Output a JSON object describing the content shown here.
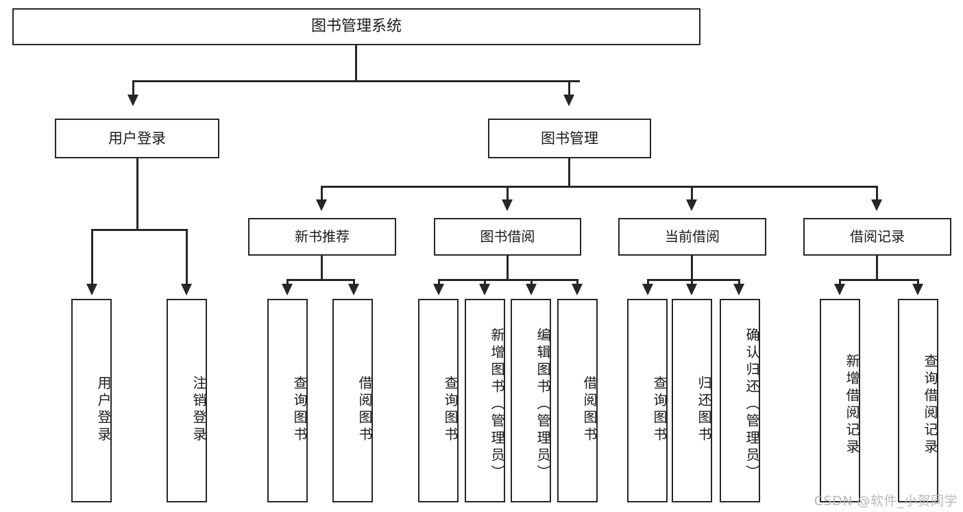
{
  "diagram": {
    "title": "图书管理系统",
    "type": "hierarchy-tree",
    "root": {
      "id": "root",
      "label": "图书管理系统"
    },
    "level1": [
      {
        "id": "user-login",
        "label": "用户登录"
      },
      {
        "id": "book-manage",
        "label": "图书管理"
      }
    ],
    "level2": [
      {
        "id": "new-book-recommend",
        "label": "新书推荐",
        "parent": "book-manage"
      },
      {
        "id": "book-borrow",
        "label": "图书借阅",
        "parent": "book-manage"
      },
      {
        "id": "current-borrow",
        "label": "当前借阅",
        "parent": "book-manage"
      },
      {
        "id": "borrow-record",
        "label": "借阅记录",
        "parent": "book-manage"
      }
    ],
    "leaves": [
      {
        "id": "leaf-user-login",
        "label": "用户登录",
        "parent": "user-login"
      },
      {
        "id": "leaf-logout",
        "label": "注销登录",
        "parent": "user-login"
      },
      {
        "id": "leaf-query-book-1",
        "label": "查询图书",
        "parent": "new-book-recommend"
      },
      {
        "id": "leaf-borrow-book-1",
        "label": "借阅图书",
        "parent": "new-book-recommend"
      },
      {
        "id": "leaf-query-book-2",
        "label": "查询图书",
        "parent": "book-borrow"
      },
      {
        "id": "leaf-add-book",
        "label": "新增图书（管理员）",
        "parent": "book-borrow"
      },
      {
        "id": "leaf-edit-book",
        "label": "编辑图书（管理员）",
        "parent": "book-borrow"
      },
      {
        "id": "leaf-borrow-book-2",
        "label": "借阅图书",
        "parent": "book-borrow"
      },
      {
        "id": "leaf-query-book-3",
        "label": "查询图书",
        "parent": "current-borrow"
      },
      {
        "id": "leaf-return-book",
        "label": "归还图书",
        "parent": "current-borrow"
      },
      {
        "id": "leaf-confirm-return",
        "label": "确认归还（管理员）",
        "parent": "current-borrow"
      },
      {
        "id": "leaf-add-record",
        "label": "新增借阅记录",
        "parent": "borrow-record"
      },
      {
        "id": "leaf-query-record",
        "label": "查询借阅记录",
        "parent": "borrow-record"
      }
    ]
  },
  "watermark": {
    "text": "CSDN @软件_小贺同学"
  },
  "colors": {
    "line": "#262626",
    "box_fill": "#ffffff",
    "text": "#1a1a1a",
    "watermark": "#b8b8b8"
  }
}
